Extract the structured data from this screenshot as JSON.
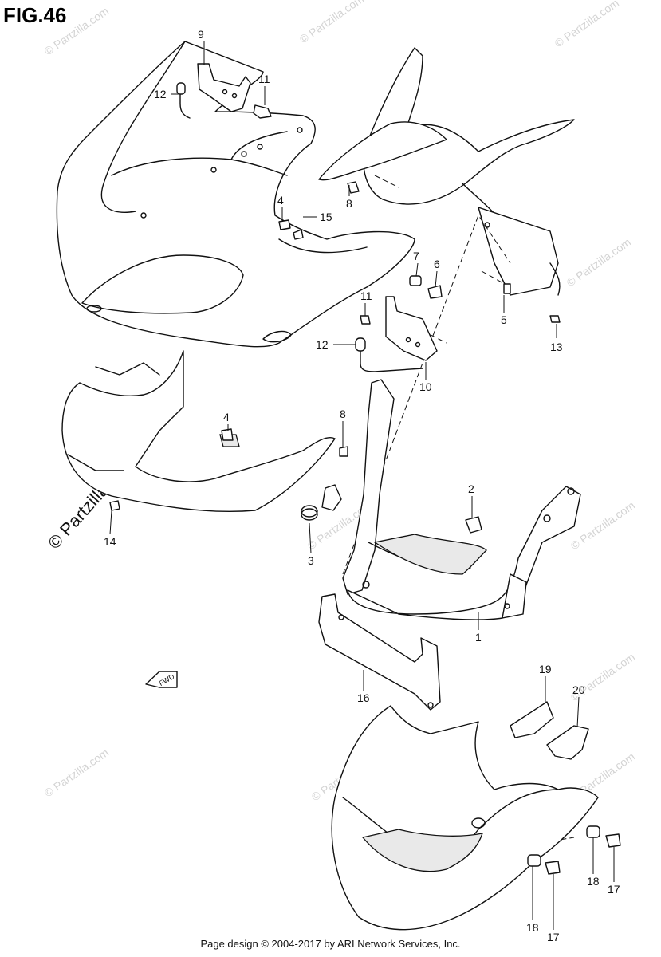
{
  "title": "FIG.46",
  "footer": "Page design © 2004-2017 by ARI Network Services, Inc.",
  "fwd_label": "FWD",
  "watermark": "© Partzilla.com",
  "callouts": {
    "p1": "1",
    "p2": "2",
    "p3": "3",
    "p4a": "4",
    "p4b": "4",
    "p5": "5",
    "p6": "6",
    "p7": "7",
    "p8a": "8",
    "p8b": "8",
    "p9": "9",
    "p10": "10",
    "p11a": "11",
    "p11b": "11",
    "p12a": "12",
    "p12b": "12",
    "p13": "13",
    "p14": "14",
    "p15": "15",
    "p16": "16",
    "p17a": "17",
    "p17b": "17",
    "p18a": "18",
    "p18b": "18",
    "p19": "19",
    "p20": "20"
  }
}
